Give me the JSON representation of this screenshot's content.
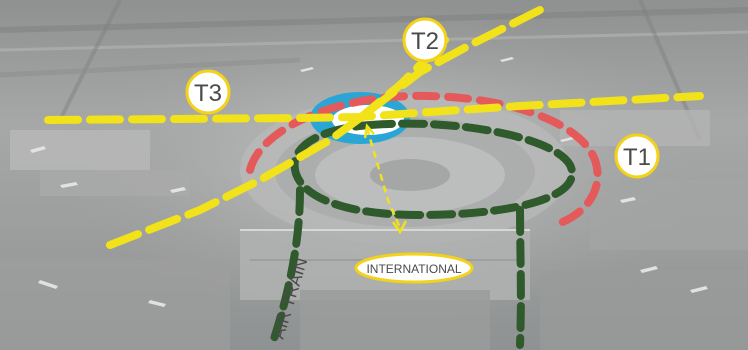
{
  "labels": {
    "t1": "T1",
    "t2": "T2",
    "t3": "T3",
    "international": "INTERNATIONAL",
    "air_train": "AIR TRAIN"
  },
  "colors": {
    "yellow_route": "#f1e21a",
    "red_route": "#e45a5a",
    "green_route": "#2f5a2c",
    "hub_ring": "#2aa6d6",
    "label_border": "#f3d21a",
    "label_fill": "#ffffff"
  }
}
